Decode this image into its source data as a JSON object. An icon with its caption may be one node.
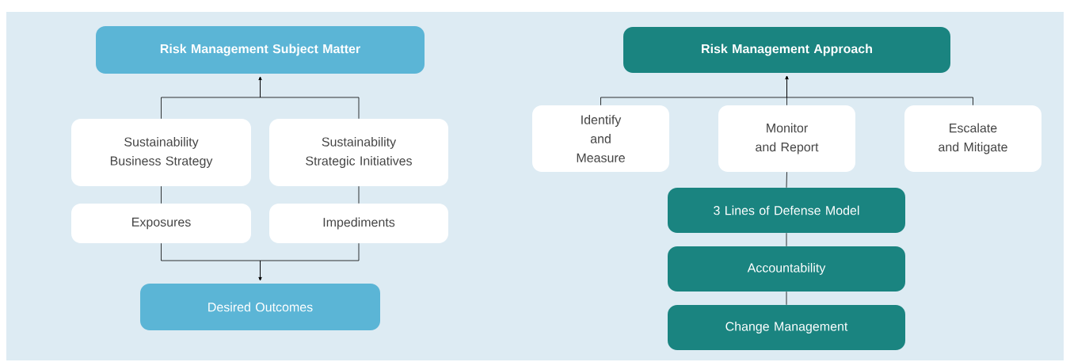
{
  "diagram": {
    "nodes": [
      {
        "text": [
          "Risk Management Subject Matter"
        ]
      },
      {
        "text": [
          "Sustainability Business Strategy"
        ]
      },
      {
        "text": [
          "Sustainability Strategic Initiatives"
        ]
      },
      {
        "text": [
          "Exposures"
        ]
      },
      {
        "text": [
          "Impediments"
        ]
      },
      {
        "text": [
          "Desired Outcomes"
        ]
      },
      {
        "text": [
          "Risk Management Approach"
        ]
      },
      {
        "text": [
          "Identify and Measure"
        ]
      },
      {
        "text": [
          "Monitor and Report"
        ]
      },
      {
        "text": [
          "Escalate and Mitigate"
        ]
      },
      {
        "text": [
          "3 Lines of Defense Model"
        ]
      },
      {
        "text": [
          "Accountability"
        ]
      },
      {
        "text": [
          "Change Management"
        ]
      }
    ],
    "edges": [
      {
        "from": 1,
        "to": 0,
        "arrow": "to"
      },
      {
        "from": 2,
        "to": 0,
        "arrow": "to"
      },
      {
        "from": 3,
        "to": 1,
        "arrow": "none"
      },
      {
        "from": 4,
        "to": 2,
        "arrow": "none"
      },
      {
        "from": 3,
        "to": 5,
        "arrow": "to"
      },
      {
        "from": 4,
        "to": 5,
        "arrow": "to"
      },
      {
        "from": 7,
        "to": 6,
        "arrow": "to"
      },
      {
        "from": 8,
        "to": 6,
        "arrow": "to"
      },
      {
        "from": 9,
        "to": 6,
        "arrow": "to"
      },
      {
        "from": 8,
        "to": 10,
        "arrow": "none"
      },
      {
        "from": 10,
        "to": 11,
        "arrow": "none"
      },
      {
        "from": 11,
        "to": 12,
        "arrow": "none"
      }
    ]
  }
}
